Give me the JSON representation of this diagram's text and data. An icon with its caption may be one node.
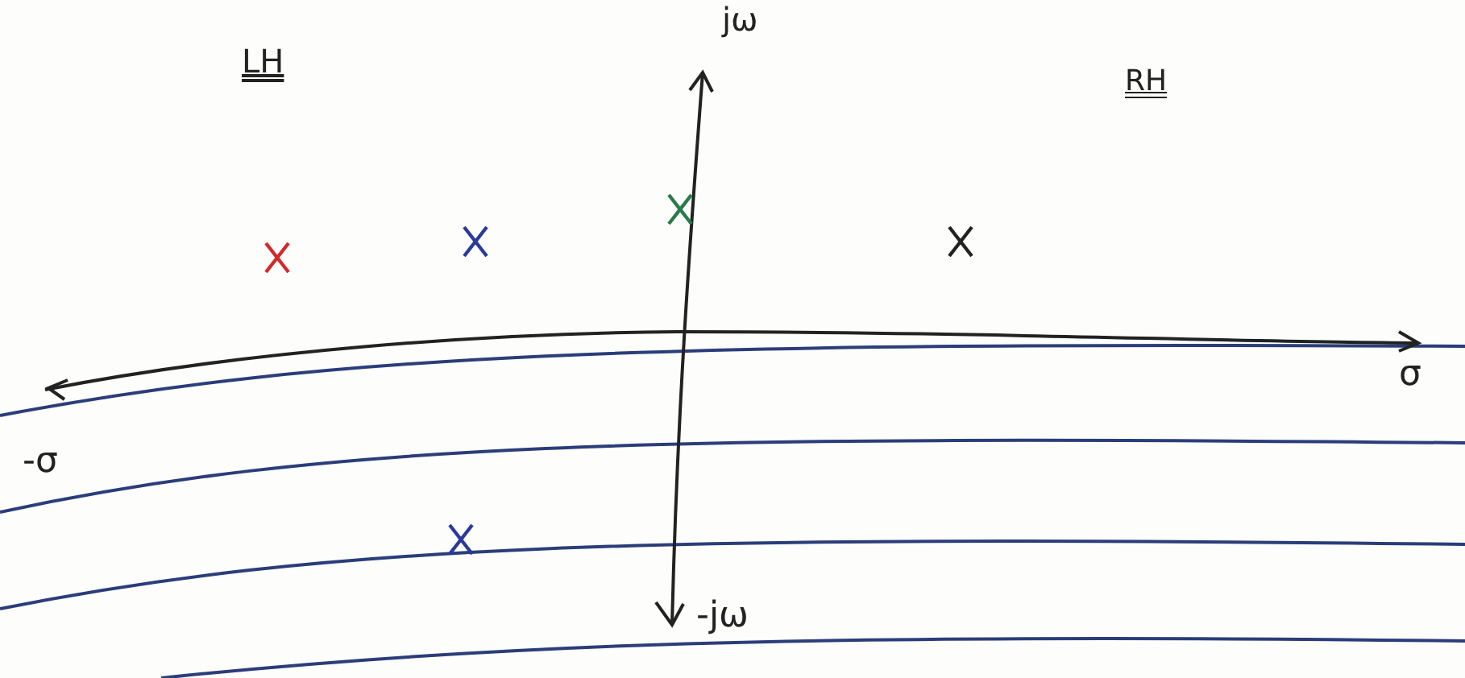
{
  "diagram": {
    "labels": [
      "LH",
      "jω",
      "RH",
      "σ",
      "-σ",
      "-jω"
    ]
  }
}
